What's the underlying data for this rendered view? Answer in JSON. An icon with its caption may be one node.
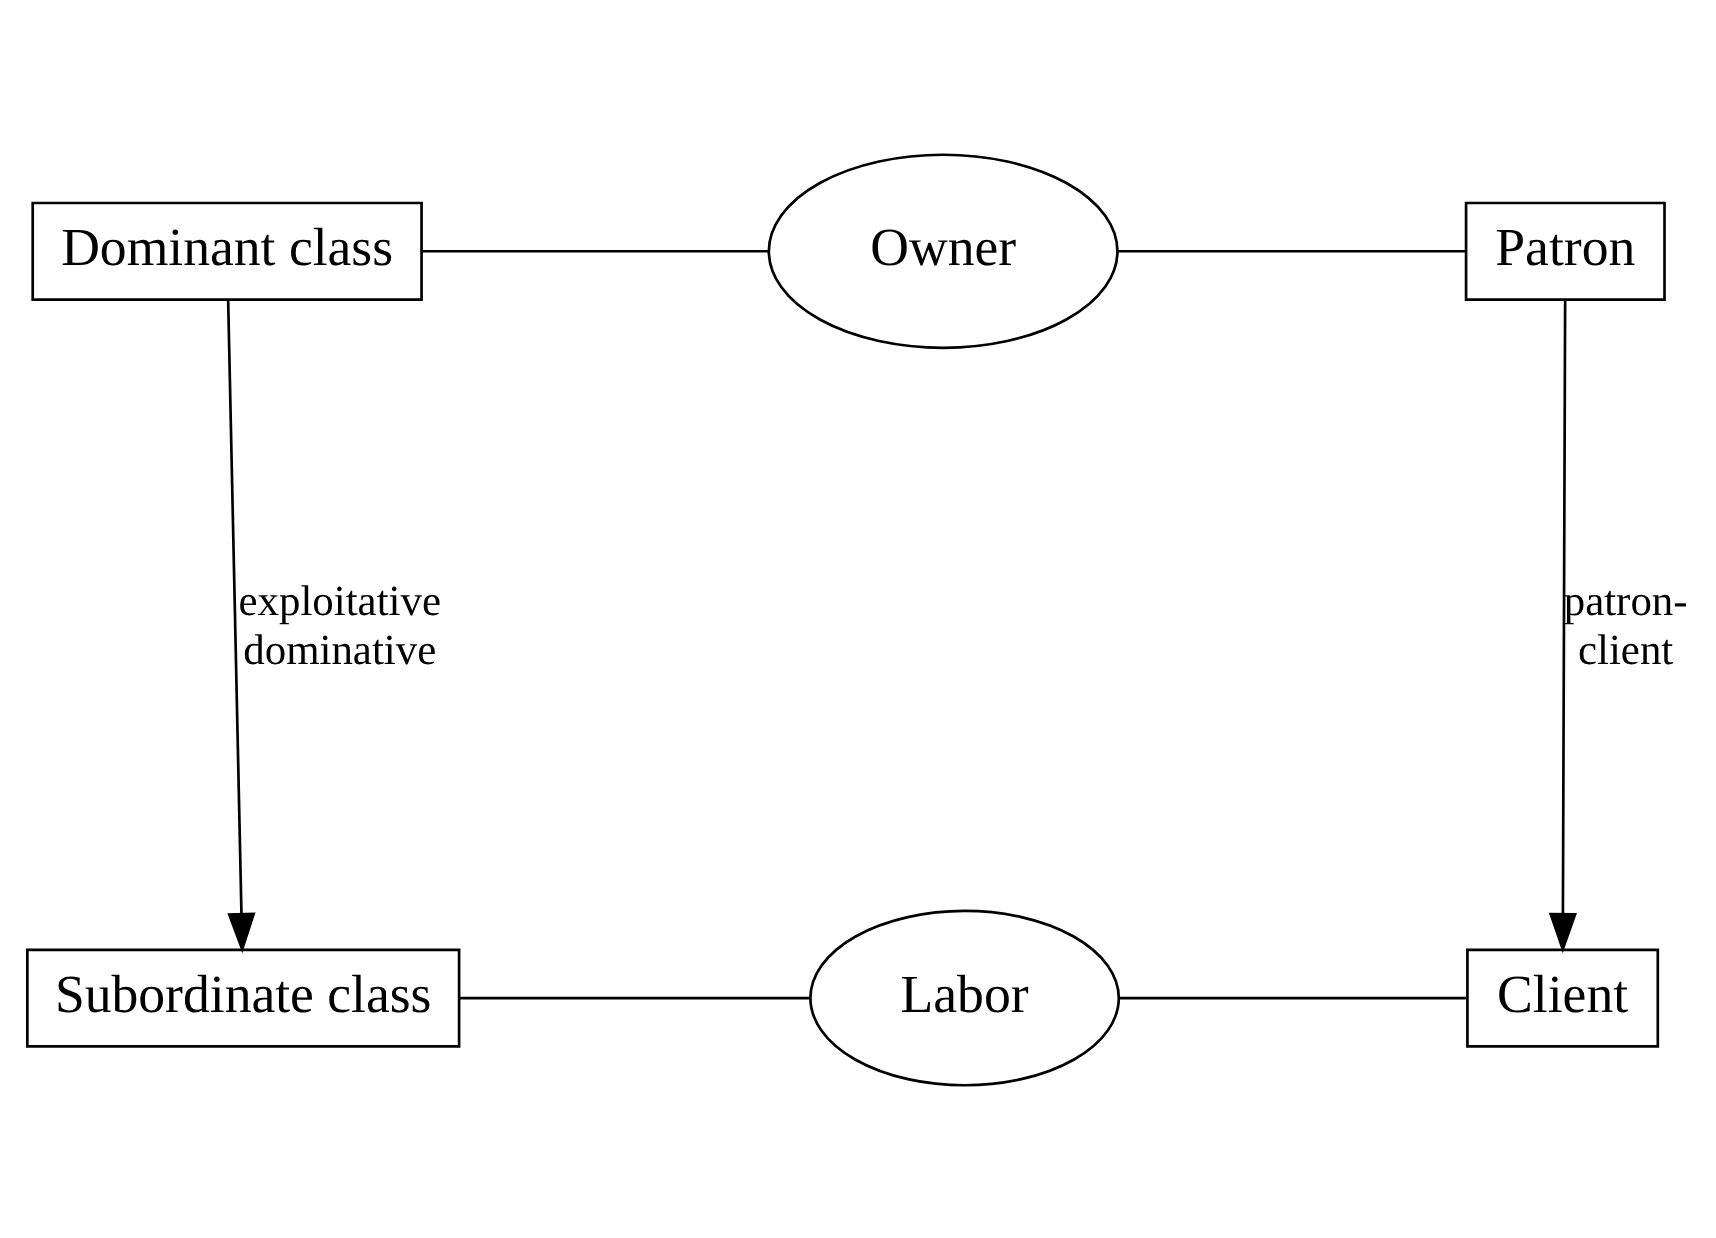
{
  "diagram": {
    "nodes": [
      {
        "text": [
          "Dominant class"
        ]
      },
      {
        "text": [
          "Owner"
        ]
      },
      {
        "text": [
          "Patron"
        ]
      },
      {
        "text": [
          "Subordinate class"
        ]
      },
      {
        "text": [
          "Labor"
        ]
      },
      {
        "text": [
          "Client"
        ]
      }
    ],
    "edges": [
      {
        "from": 0,
        "to": 1,
        "arrow": "none"
      },
      {
        "from": 1,
        "to": 2,
        "arrow": "none"
      },
      {
        "from": 0,
        "to": 3,
        "arrow": "to",
        "label": "exploitative dominative"
      },
      {
        "from": 2,
        "to": 5,
        "arrow": "to",
        "label": "patron- client"
      },
      {
        "from": 3,
        "to": 4,
        "arrow": "none"
      },
      {
        "from": 4,
        "to": 5,
        "arrow": "none"
      }
    ]
  }
}
